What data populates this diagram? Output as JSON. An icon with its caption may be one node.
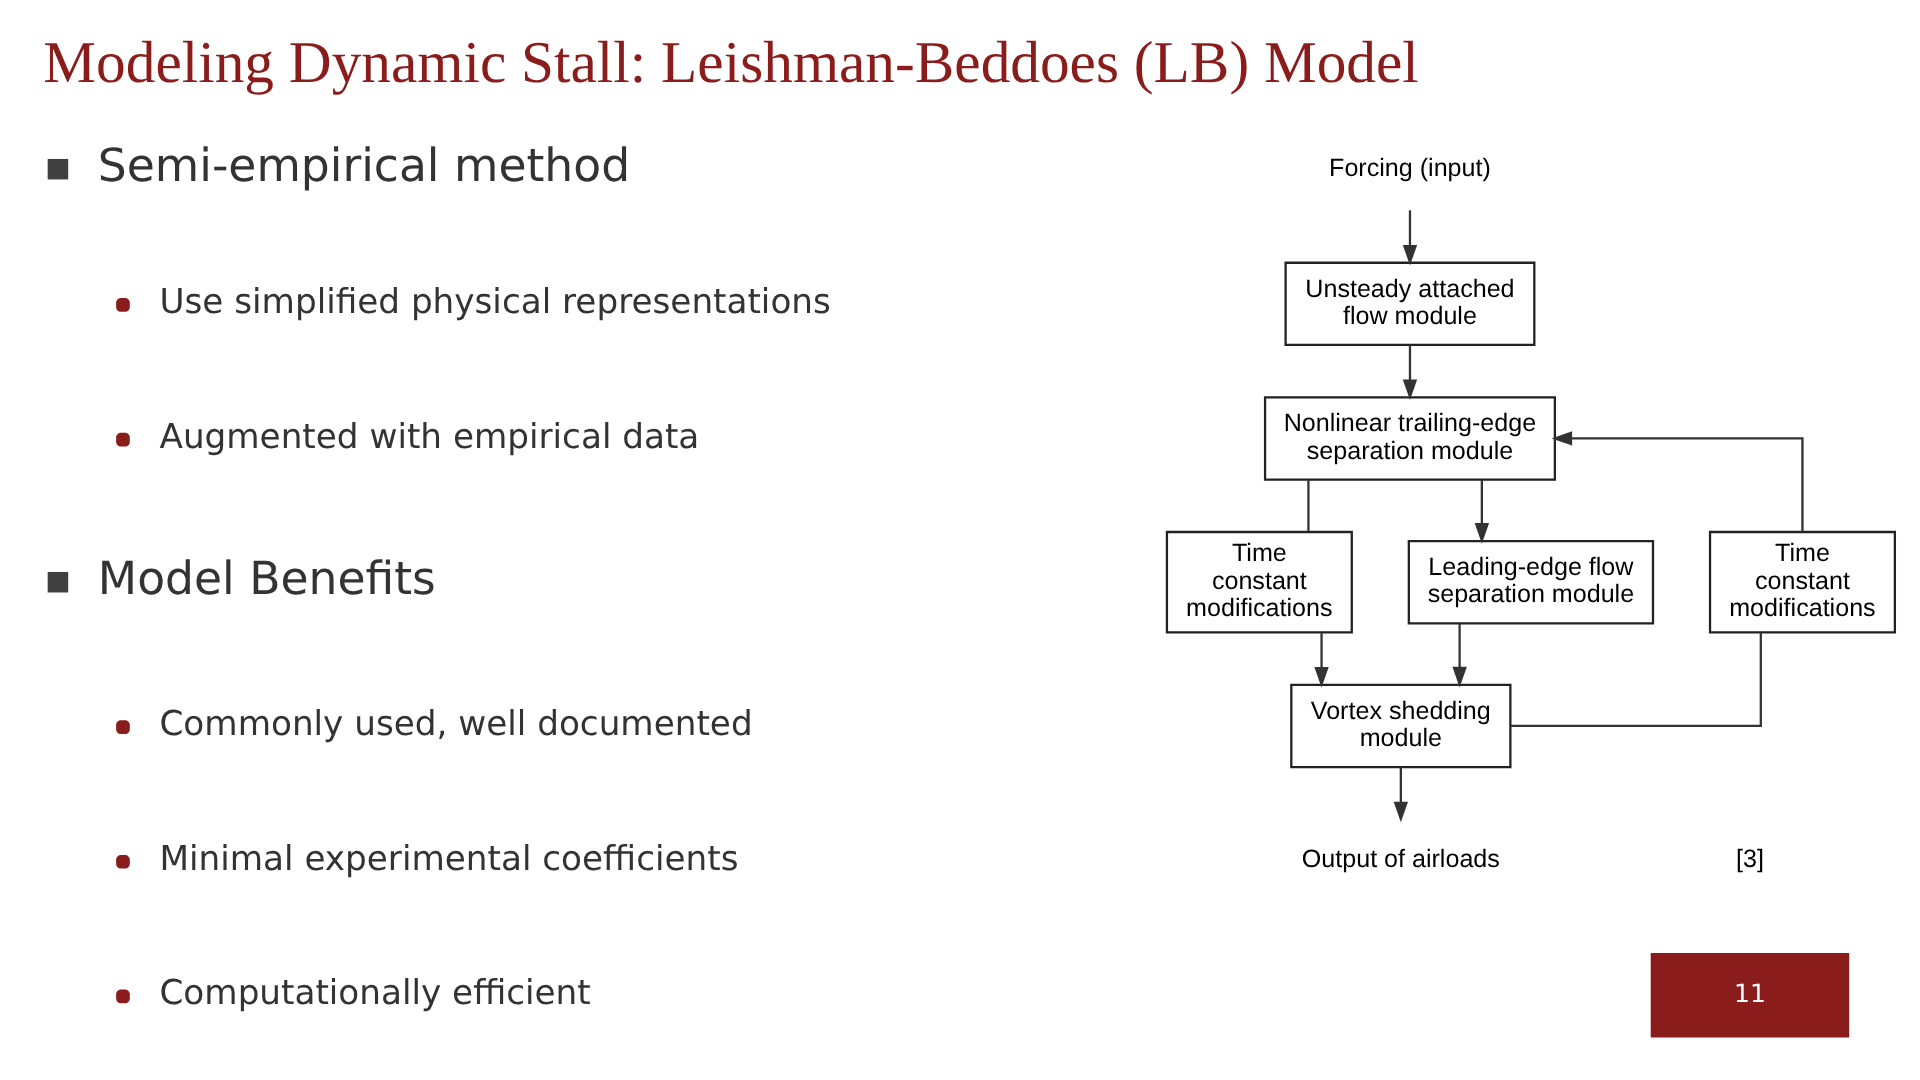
{
  "diagram": {
    "title": "Modeling Dynamic Stall: Leishman-Beddoes (LB) Model",
    "nodes": [
      {
        "text": [
          "Forcing (input)"
        ]
      },
      {
        "text": [
          "Unsteady attached flow module"
        ]
      },
      {
        "text": [
          "Nonlinear trailing-edge separation module"
        ]
      },
      {
        "text": [
          "Time constant modifications"
        ]
      },
      {
        "text": [
          "Time constant modifications"
        ]
      },
      {
        "text": [
          "Leading-edge flow separation module"
        ]
      },
      {
        "text": [
          "Vortex shedding module"
        ]
      },
      {
        "text": [
          "Output of airloads"
        ]
      }
    ],
    "edges": [
      {
        "from": 0,
        "to": 1,
        "arrow": "to"
      },
      {
        "from": 1,
        "to": 2,
        "arrow": "to"
      },
      {
        "from": 2,
        "to": 5,
        "arrow": "to"
      },
      {
        "from": 5,
        "to": 6,
        "arrow": "to"
      },
      {
        "from": 6,
        "to": 7,
        "arrow": "to"
      },
      {
        "from": 2,
        "to": 3,
        "arrow": "none"
      },
      {
        "from": 3,
        "to": 6,
        "arrow": "to"
      },
      {
        "from": 6,
        "to": 4,
        "arrow": "none"
      },
      {
        "from": 4,
        "to": 2,
        "arrow": "to"
      }
    ],
    "labels": [
      "Semi-empirical method",
      "Use simplified physical representations",
      "Augmented with empirical data",
      "Model Benefits",
      "Commonly used, well documented",
      "Minimal experimental coefficients",
      "Computationally efficient",
      "[3]",
      "11"
    ]
  }
}
